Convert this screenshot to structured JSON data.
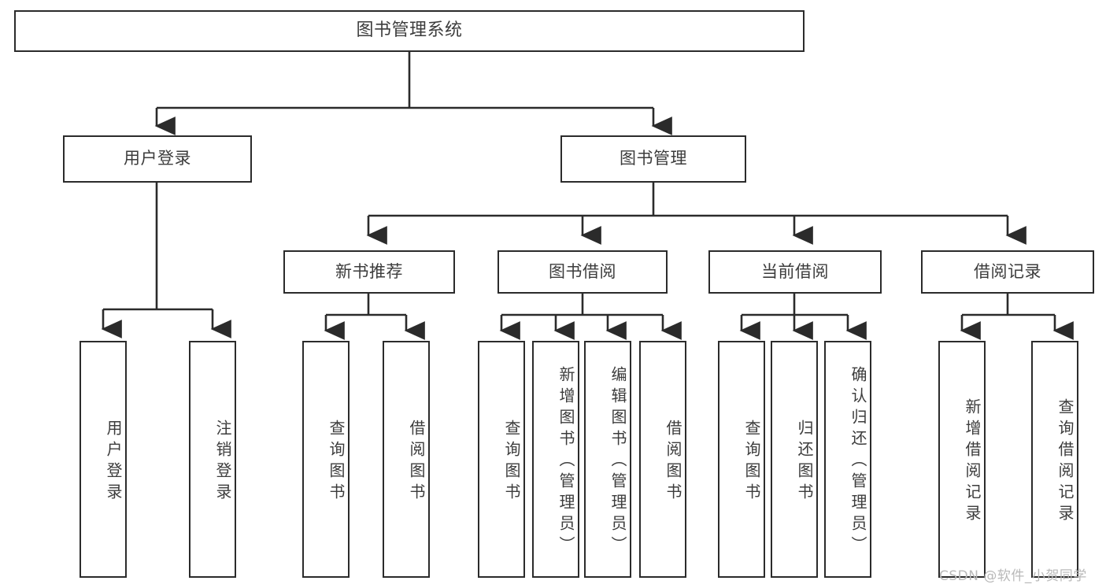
{
  "diagram": {
    "title": "图书管理系统",
    "type": "tree-hierarchy-chart",
    "colors": {
      "stroke": "#2b2b2b",
      "text": "#3c3c3c",
      "background": "#ffffff",
      "watermark": "#b9b9b9"
    },
    "levels": {
      "root": {
        "label": "图书管理系统"
      },
      "level2": [
        {
          "label": "用户登录"
        },
        {
          "label": "图书管理"
        }
      ],
      "level3": [
        {
          "label": "新书推荐"
        },
        {
          "label": "图书借阅"
        },
        {
          "label": "当前借阅"
        },
        {
          "label": "借阅记录"
        }
      ],
      "leaves": [
        {
          "label": "用户登录",
          "parent": "用户登录"
        },
        {
          "label": "注销登录",
          "parent": "用户登录"
        },
        {
          "label": "查询图书",
          "parent": "新书推荐"
        },
        {
          "label": "借阅图书",
          "parent": "新书推荐"
        },
        {
          "label": "查询图书",
          "parent": "图书借阅"
        },
        {
          "label": "新增图书（管理员）",
          "parent": "图书借阅"
        },
        {
          "label": "编辑图书（管理员）",
          "parent": "图书借阅"
        },
        {
          "label": "借阅图书",
          "parent": "图书借阅"
        },
        {
          "label": "查询图书",
          "parent": "当前借阅"
        },
        {
          "label": "归还图书",
          "parent": "当前借阅"
        },
        {
          "label": "确认归还（管理员）",
          "parent": "当前借阅"
        },
        {
          "label": "新增借阅记录",
          "parent": "借阅记录"
        },
        {
          "label": "查询借阅记录",
          "parent": "借阅记录"
        }
      ]
    }
  },
  "watermark": {
    "text": "CSDN @软件_小贺同学"
  }
}
